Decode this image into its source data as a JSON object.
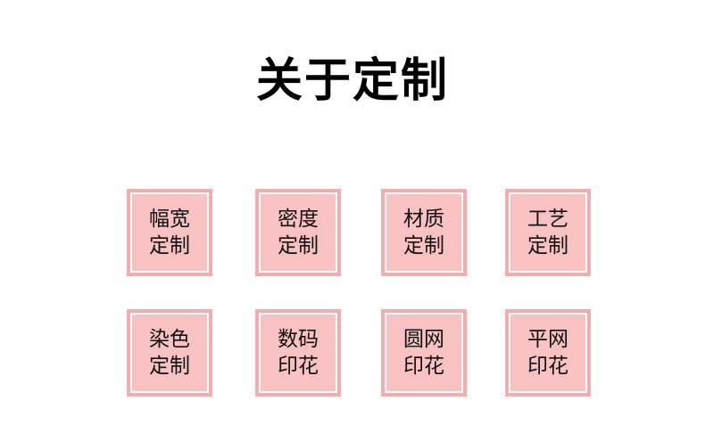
{
  "document": {
    "title": "关于定制",
    "background_color": "#ffffff"
  },
  "theme": {
    "box_outer_color": "#f4adad",
    "box_inner_color": "#f8c2c2",
    "box_border_color": "#ffffff",
    "text_color": "#111111",
    "title_color": "#000000"
  },
  "grid": {
    "rows": [
      {
        "cells": [
          {
            "line1": "幅宽",
            "line2": "定制"
          },
          {
            "line1": "密度",
            "line2": "定制"
          },
          {
            "line1": "材质",
            "line2": "定制"
          },
          {
            "line1": "工艺",
            "line2": "定制"
          }
        ]
      },
      {
        "cells": [
          {
            "line1": "染色",
            "line2": "定制"
          },
          {
            "line1": "数码",
            "line2": "印花"
          },
          {
            "line1": "圆网",
            "line2": "印花"
          },
          {
            "line1": "平网",
            "line2": "印花"
          }
        ]
      }
    ]
  }
}
